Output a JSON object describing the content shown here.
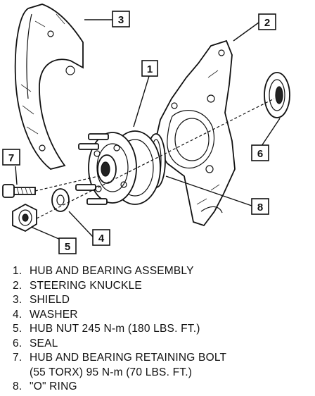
{
  "callouts": [
    {
      "number": "1"
    },
    {
      "number": "2"
    },
    {
      "number": "3"
    },
    {
      "number": "4"
    },
    {
      "number": "5"
    },
    {
      "number": "6"
    },
    {
      "number": "7"
    },
    {
      "number": "8"
    }
  ],
  "legend": [
    {
      "number": "1.",
      "lines": [
        "HUB AND BEARING ASSEMBLY"
      ]
    },
    {
      "number": "2.",
      "lines": [
        "STEERING KNUCKLE"
      ]
    },
    {
      "number": "3.",
      "lines": [
        "SHIELD"
      ]
    },
    {
      "number": "4.",
      "lines": [
        "WASHER"
      ]
    },
    {
      "number": "5.",
      "lines": [
        "HUB NUT 245 N-m (180 LBS. FT.)"
      ]
    },
    {
      "number": "6.",
      "lines": [
        "SEAL"
      ]
    },
    {
      "number": "7.",
      "lines": [
        "HUB AND BEARING RETAINING BOLT",
        "(55 TORX) 95 N-m (70 LBS. FT.)"
      ]
    },
    {
      "number": "8.",
      "lines": [
        "\"O\" RING"
      ]
    }
  ]
}
